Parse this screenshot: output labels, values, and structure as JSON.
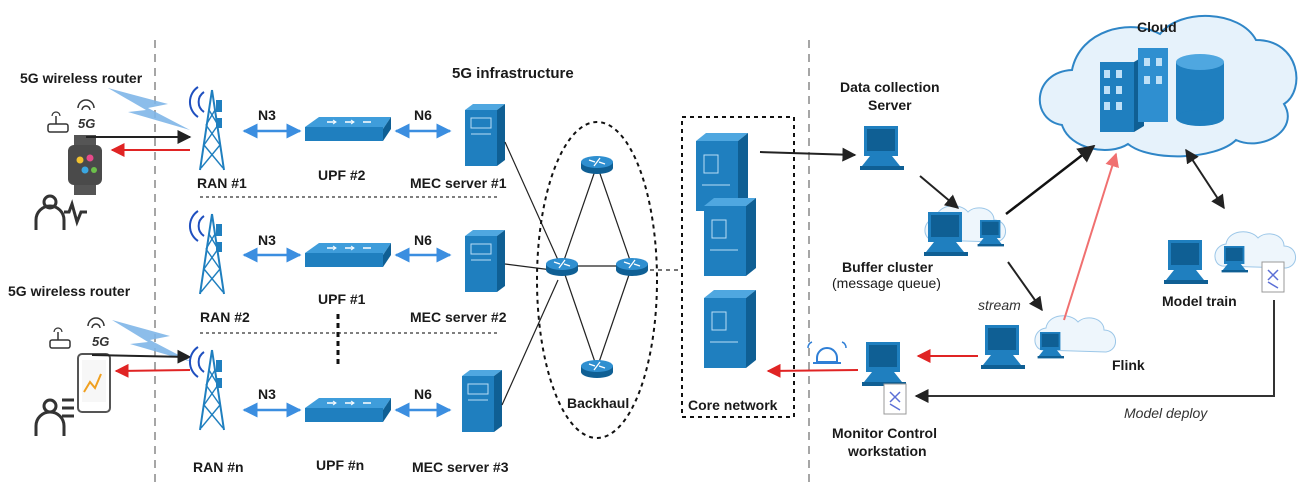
{
  "labels": {
    "router_top": "5G wireless router",
    "router_bottom": "5G wireless router",
    "infrastructure": "5G  infrastructure",
    "ran1": "RAN #1",
    "ran2": "RAN #2",
    "rann": "RAN #n",
    "n3": "N3",
    "n6": "N6",
    "upf2": "UPF #2",
    "upf1": "UPF #1",
    "upfn": "UPF #n",
    "mec1": "MEC server #1",
    "mec2": "MEC server #2",
    "mec3": "MEC server #3",
    "backhaul": "Backhaul",
    "core": "Core network",
    "data_collection_1": "Data collection",
    "data_collection_2": "Server",
    "buffer_1": "Buffer cluster",
    "buffer_2": "(message queue)",
    "stream": "stream",
    "flink": "Flink",
    "cloud": "Cloud",
    "model_train": "Model train",
    "model_deploy": "Model deploy",
    "monitor_1": "Monitor Control",
    "monitor_2": "workstation",
    "badge_5g": "5G"
  },
  "colors": {
    "equipment_blue": "#1f7fbf",
    "equipment_dark": "#0f5f94",
    "link_blue": "#3b8ee0",
    "arrow_red": "#e02424",
    "arrow_pink": "#f07070",
    "arrow_black": "#222222",
    "cloud_fill": "#e6f2fb",
    "cloud_stroke": "#2f86c7"
  }
}
